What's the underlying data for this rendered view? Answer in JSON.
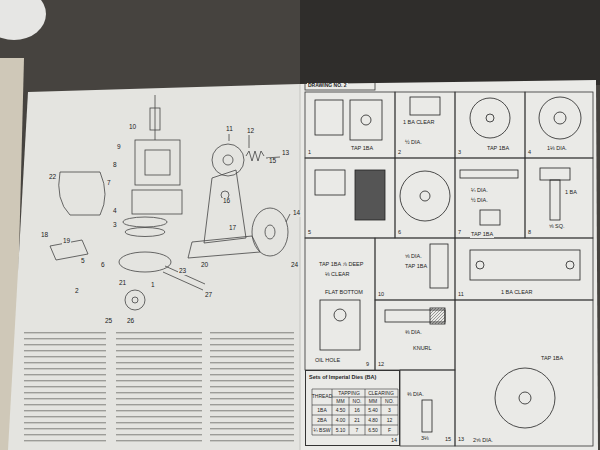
{
  "diagram": {
    "nodes": [
      {
        "text": [
          "Sets of Imperial Dies (BA)"
        ]
      }
    ],
    "labels": [
      "11",
      "12",
      "13",
      "10",
      "9",
      "8",
      "7",
      "22",
      "4",
      "3",
      "19",
      "18",
      "5",
      "6",
      "2",
      "21",
      "1",
      "23",
      "14",
      "15",
      "16",
      "17",
      "24",
      "25",
      "26",
      "20",
      "27",
      "DRAWING NO. 2",
      "TAP 1BA",
      "1 BA CLEAR",
      "½ DIA.",
      "TAP 1BA",
      "1⅛ DIA.",
      "¼ DIA.",
      "½ DIA.",
      "TAP 1BA",
      "1 BA",
      "⅝ SQ.",
      "TAP 1BA ⅞ DEEP",
      "⅛ CLEAR",
      "FLAT BOTTOM",
      "⅝ DIA.",
      "TAP 1BA",
      "1 BA CLEAR",
      "OIL HOLE",
      "KNURL",
      "⅜ DIA.",
      "TAP 1BA",
      "2⅝ DIA.",
      "⅜ DIA.",
      "3⅛",
      "1",
      "2",
      "3",
      "4",
      "5",
      "6",
      "7",
      "8",
      "9",
      "10",
      "11",
      "12",
      "13",
      "14",
      "15",
      "THREAD",
      "TAPPING",
      "CLEARING",
      "MM",
      "NO.",
      "MM",
      "NO.",
      "1BA",
      "4.50",
      "16",
      "5.40",
      "3",
      "2BA",
      "4.00",
      "21",
      "4.80",
      "12",
      "¼ BSW",
      "5.10",
      "7",
      "6.50",
      "F"
    ]
  }
}
